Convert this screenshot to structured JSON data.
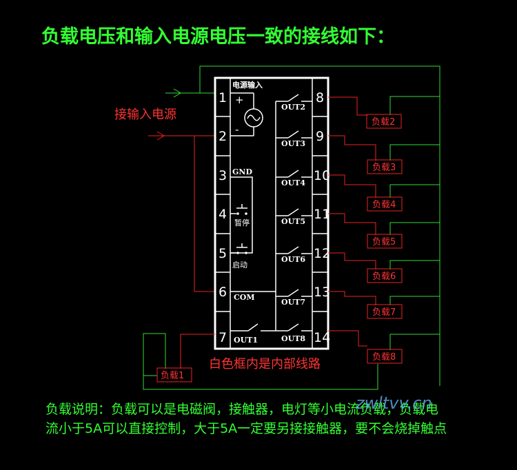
{
  "title": "负载电压和输入电源电压一致的接线如下：",
  "power_input_label": "接输入电源",
  "chip": {
    "label_power": "电源输入",
    "plus": "+",
    "minus": "-",
    "gnd": "GND",
    "pause": "暂停",
    "start": "启动",
    "com": "COM",
    "inner_caption": "白色框内是内部线路"
  },
  "pins_left": [
    "1",
    "2",
    "3",
    "4",
    "5",
    "6",
    "7"
  ],
  "pins_right": [
    "8",
    "9",
    "10",
    "11",
    "12",
    "13",
    "14"
  ],
  "outputs": [
    "OUT1",
    "OUT2",
    "OUT3",
    "OUT4",
    "OUT5",
    "OUT6",
    "OUT7",
    "OUT8"
  ],
  "loads": [
    "负载1",
    "负载2",
    "负载3",
    "负载4",
    "负载5",
    "负载6",
    "负载7",
    "负载8"
  ],
  "note_line1": "负载说明：负载可以是电磁阀，接触器，电灯等小电流负载，负载电",
  "note_line2": "流小于5A可以直接控制，大于5A一定要另接接触器，要不会烧掉触点",
  "watermark": "zwltvv.cn",
  "colors": {
    "background": "#000000",
    "green": "#33ff33",
    "red": "#ff3333",
    "white": "#ffffff"
  }
}
